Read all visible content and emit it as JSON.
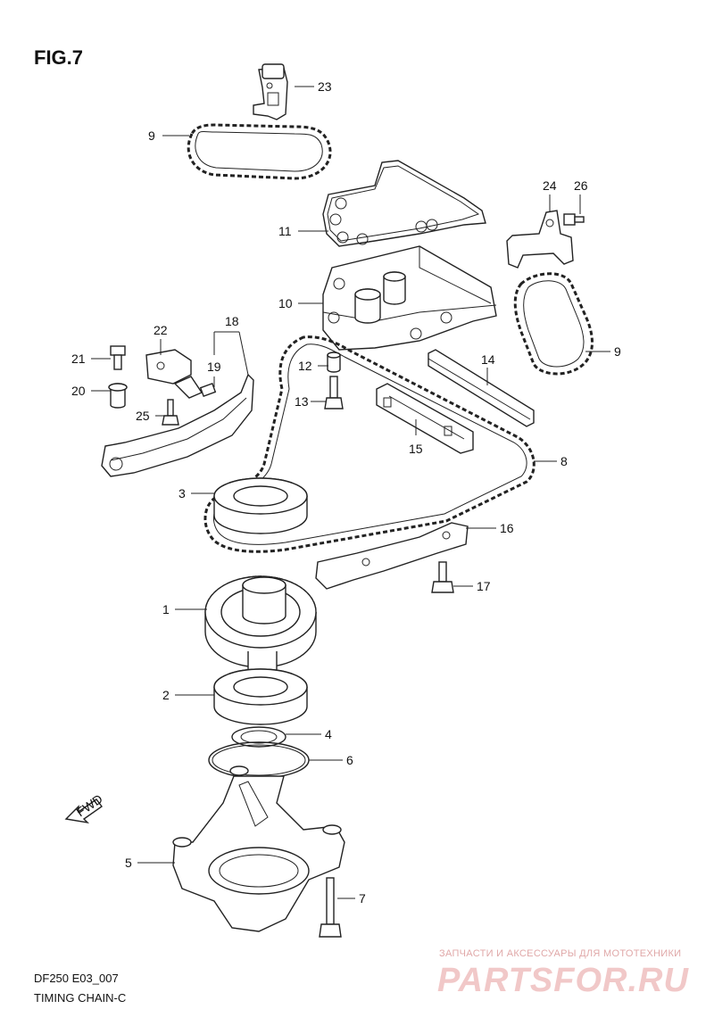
{
  "figure_title": "FIG.7",
  "model_code": "DF250 E03_007",
  "caption": "TIMING CHAIN-C",
  "fwd_arrow_label": "FWD",
  "watermark": {
    "top_line": "ЗАПЧАСТИ И АКСЕССУАРЫ ДЛЯ МОТОТЕХНИКИ",
    "brand": "PARTSFOR.RU"
  },
  "callouts": {
    "c1": "1",
    "c2": "2",
    "c3": "3",
    "c4": "4",
    "c5": "5",
    "c6": "6",
    "c7": "7",
    "c8": "8",
    "c9a": "9",
    "c9b": "9",
    "c10": "10",
    "c11": "11",
    "c12": "12",
    "c13": "13",
    "c14": "14",
    "c15": "15",
    "c16": "16",
    "c17": "17",
    "c18": "18",
    "c19": "19",
    "c20": "20",
    "c21": "21",
    "c22": "22",
    "c23": "23",
    "c24": "24",
    "c25": "25",
    "c26": "26"
  }
}
